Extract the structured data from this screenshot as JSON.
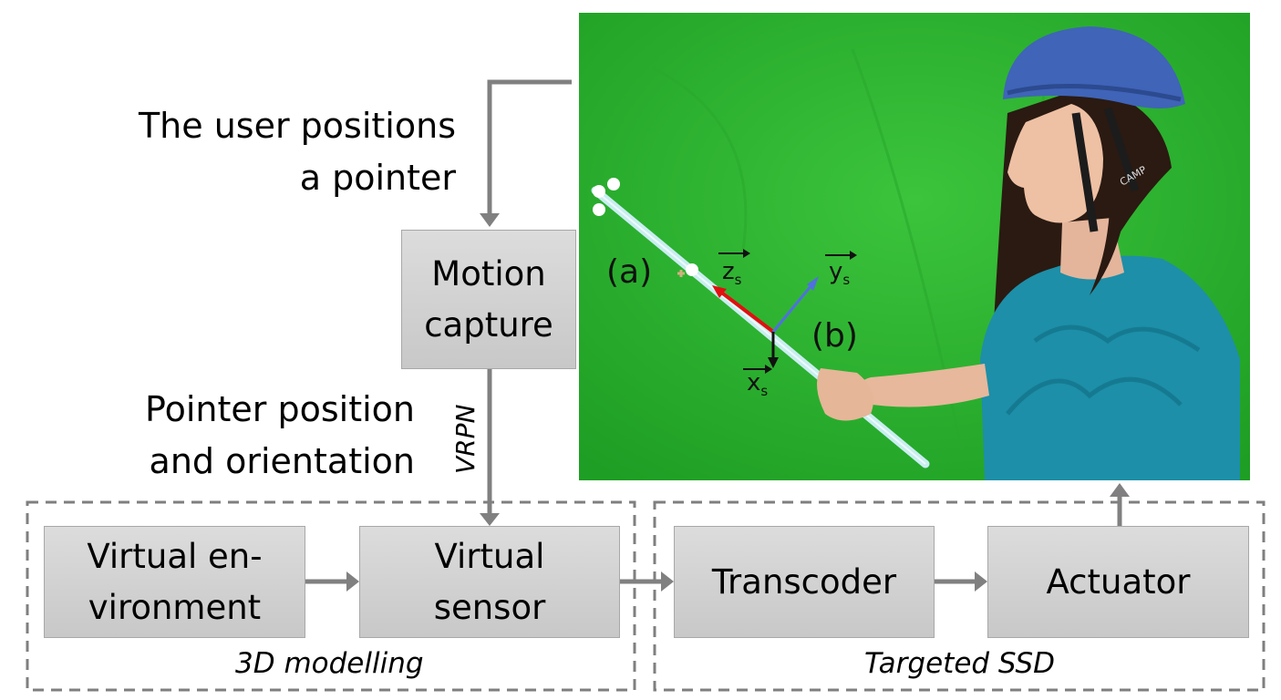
{
  "annotations": {
    "user_positions": [
      "The user positions",
      "a pointer"
    ],
    "pointer_pose": [
      "Pointer position",
      "and orientation"
    ],
    "vrpn": "VRPN"
  },
  "boxes": {
    "motion_capture": [
      "Motion",
      "capture"
    ],
    "virtual_environment": [
      "Virtual en-",
      "vironment"
    ],
    "virtual_sensor": [
      "Virtual",
      "sensor"
    ],
    "transcoder": "Transcoder",
    "actuator": "Actuator"
  },
  "groups": {
    "modelling": "3D modelling",
    "ssd": "Targeted SSD"
  },
  "photo": {
    "label_a": "(a)",
    "label_b": "(b)",
    "axis_z": "z",
    "axis_y": "y",
    "axis_x": "x",
    "axis_subscript": "s",
    "helmet_text": "CAMP",
    "background_color": "#2db42d",
    "z_axis_color": "#e01010",
    "y_axis_color": "#5070e0",
    "x_axis_color": "#111111"
  },
  "colors": {
    "arrow": "#808080",
    "box_fill": "#d3d3d3",
    "dashed_border": "#7f7f7f"
  }
}
